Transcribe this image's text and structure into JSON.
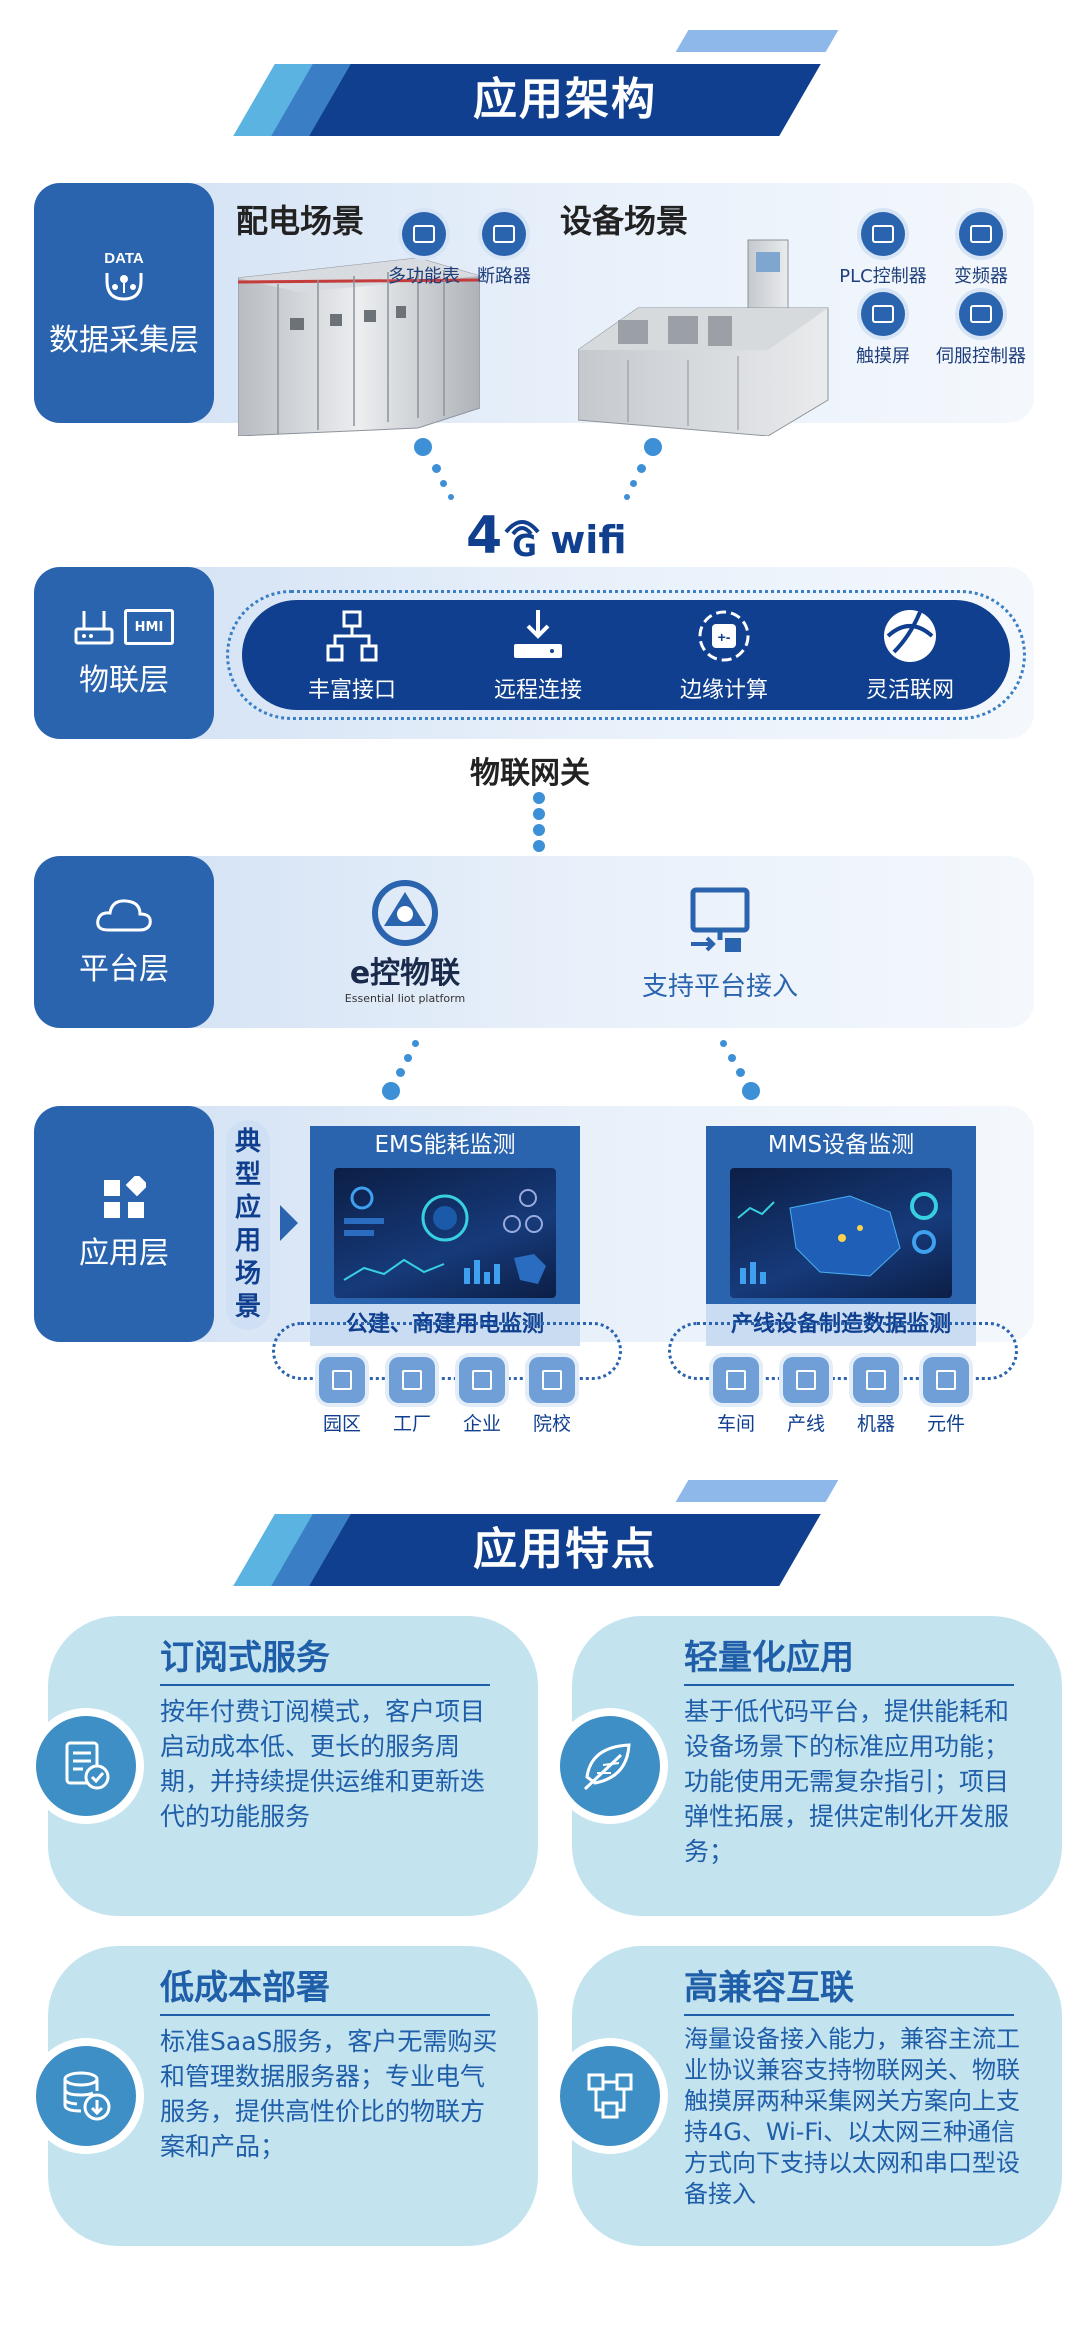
{
  "banner1": {
    "title": "应用架构"
  },
  "layers": {
    "data_collection": {
      "label": "数据采集层",
      "icon_text": "DATA",
      "power_scene": {
        "title": "配电场景",
        "devices": [
          "多功能表",
          "断路器"
        ]
      },
      "equipment_scene": {
        "title": "设备场景",
        "devices": [
          "PLC控制器",
          "变频器",
          "触摸屏",
          "伺服控制器"
        ]
      }
    },
    "connection": {
      "four_g": "4",
      "g_small": "G",
      "wifi": "wifi"
    },
    "iot": {
      "label": "物联层",
      "hmi_text": "HMI",
      "items": [
        "丰富接口",
        "远程连接",
        "边缘计算",
        "灵活联网"
      ],
      "gateway": "物联网关"
    },
    "platform": {
      "label": "平台层",
      "logo_main": "e控物联",
      "logo_sub": "Essential Iiot platform",
      "access": "支持平台接入"
    },
    "application": {
      "label": "应用层",
      "typical": [
        "典",
        "型",
        "应",
        "用",
        "场",
        "景"
      ],
      "ems": {
        "title": "EMS能耗监测",
        "footer": "公建、商建用电监测",
        "scenes": [
          "园区",
          "工厂",
          "企业",
          "院校"
        ]
      },
      "mms": {
        "title": "MMS设备监测",
        "footer": "产线设备制造数据监测",
        "scenes": [
          "车间",
          "产线",
          "机器",
          "元件"
        ]
      }
    }
  },
  "banner2": {
    "title": "应用特点"
  },
  "features": [
    {
      "title": "订阅式服务",
      "desc": "按年付费订阅模式，客户项目启动成本低、更长的服务周期，并持续提供运维和更新迭代的功能服务",
      "icon": "document-check-icon"
    },
    {
      "title": "轻量化应用",
      "desc": "基于低代码平台，提供能耗和设备场景下的标准应用功能；功能使用无需复杂指引；项目弹性拓展，提供定制化开发服务；",
      "icon": "feather-icon"
    },
    {
      "title": "低成本部署",
      "desc": "标准SaaS服务，客户无需购买和管理数据服务器；专业电气服务，提供高性价比的物联方案和产品；",
      "icon": "database-download-icon"
    },
    {
      "title": "高兼容互联",
      "desc": "海量设备接入能力，兼容主流工业协议兼容支持物联网关、物联触摸屏两种采集网关方案向上支持4G、Wi-Fi、以太网三种通信方式向下支持以太网和串口型设备接入",
      "icon": "network-nodes-icon"
    }
  ],
  "colors": {
    "primary": "#0f3f8e",
    "accent": "#2a63ae",
    "light": "#c3e3ef"
  }
}
